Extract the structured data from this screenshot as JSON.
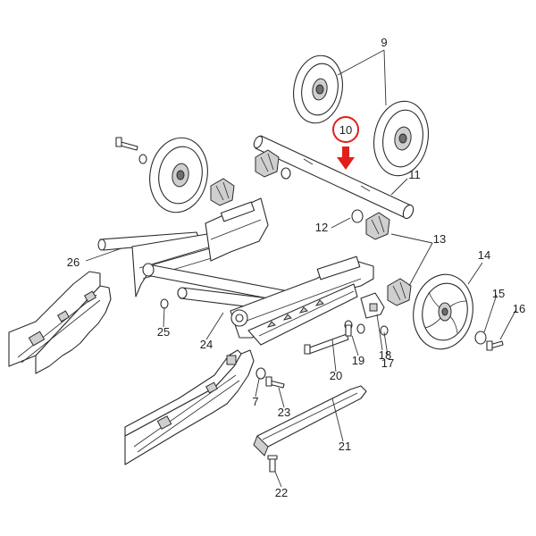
{
  "diagram": {
    "highlight_color": "#e0201c",
    "line_color": "#2b2b2b",
    "callouts": [
      {
        "id": "c9",
        "text": "9"
      },
      {
        "id": "c10",
        "text": "10"
      },
      {
        "id": "c11",
        "text": "11"
      },
      {
        "id": "c12",
        "text": "12"
      },
      {
        "id": "c13",
        "text": "13"
      },
      {
        "id": "c14",
        "text": "14"
      },
      {
        "id": "c15",
        "text": "15"
      },
      {
        "id": "c16",
        "text": "16"
      },
      {
        "id": "c17",
        "text": "17"
      },
      {
        "id": "c18",
        "text": "18"
      },
      {
        "id": "c19",
        "text": "19"
      },
      {
        "id": "c20",
        "text": "20"
      },
      {
        "id": "c21",
        "text": "21"
      },
      {
        "id": "c22",
        "text": "22"
      },
      {
        "id": "c23",
        "text": "23"
      },
      {
        "id": "c24",
        "text": "24"
      },
      {
        "id": "c25",
        "text": "25"
      },
      {
        "id": "c26",
        "text": "26"
      },
      {
        "id": "c7",
        "text": "7"
      }
    ]
  }
}
